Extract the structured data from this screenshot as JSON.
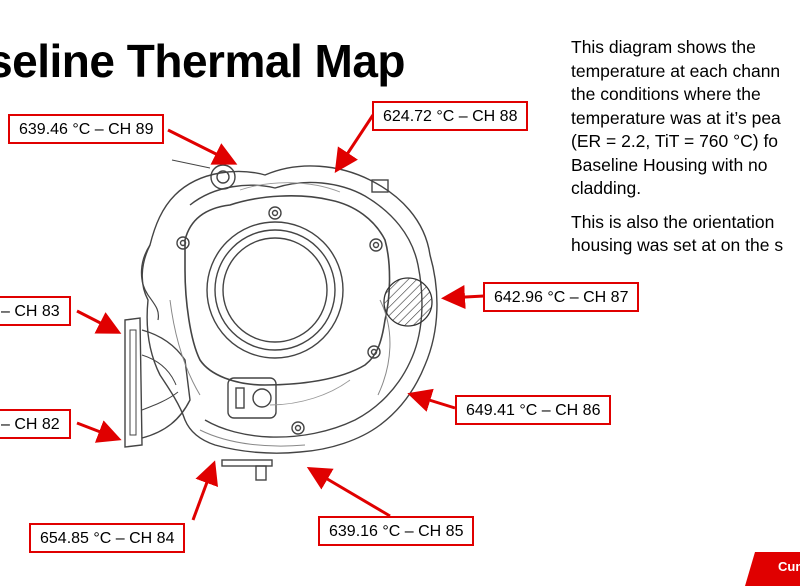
{
  "title": "aseline Thermal Map",
  "description": {
    "paragraph1": [
      "This diagram shows the",
      "temperature at each chann",
      "the conditions where the",
      "temperature was at it’s pea",
      "(ER = 2.2, TiT = 760 °C) fo",
      "Baseline Housing with no",
      "cladding."
    ],
    "paragraph2": [
      "This is also the orientation",
      "housing was set at on the s"
    ]
  },
  "labels": {
    "ch89": "639.46 °C – CH 89",
    "ch88": "624.72 °C – CH 88",
    "ch87": "642.96 °C – CH 87",
    "ch83": "– CH 83",
    "ch86": "649.41 °C – CH 86",
    "ch82": "– CH 82",
    "ch84": "654.85 °C – CH 84",
    "ch85": "639.16 °C – CH 85"
  },
  "logo_text": "Cum",
  "colors": {
    "accent": "#e00000",
    "line": "#333333"
  }
}
